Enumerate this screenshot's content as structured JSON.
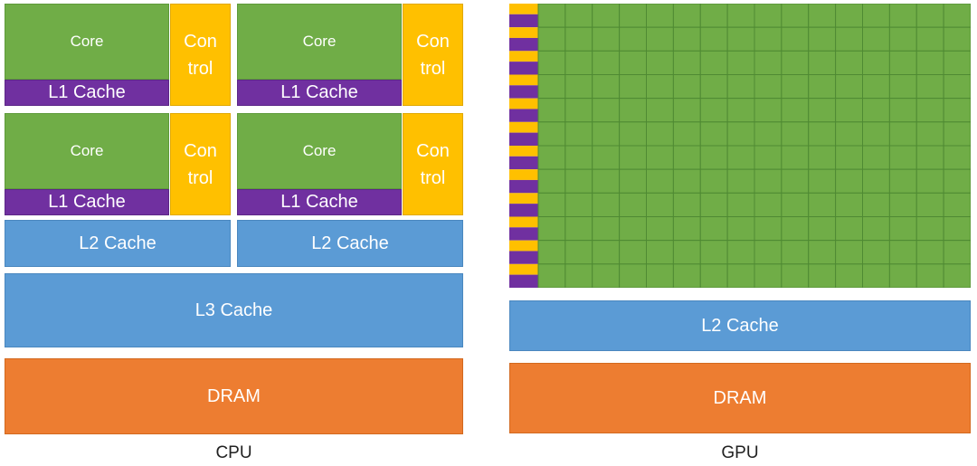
{
  "cpu": {
    "caption": "CPU",
    "core_label": "Core",
    "control_label": [
      "Con",
      "trol"
    ],
    "l1_label": "L1 Cache",
    "l2_label": "L2 Cache",
    "l3_label": "L3 Cache",
    "dram_label": "DRAM"
  },
  "gpu": {
    "caption": "GPU",
    "l2_label": "L2 Cache",
    "dram_label": "DRAM",
    "grid_rows": 12,
    "grid_cols": 16
  },
  "colors": {
    "core": "#70AD47",
    "control": "#FFC000",
    "l1": "#7030A0",
    "cache": "#5B9BD5",
    "dram": "#ED7D31"
  }
}
